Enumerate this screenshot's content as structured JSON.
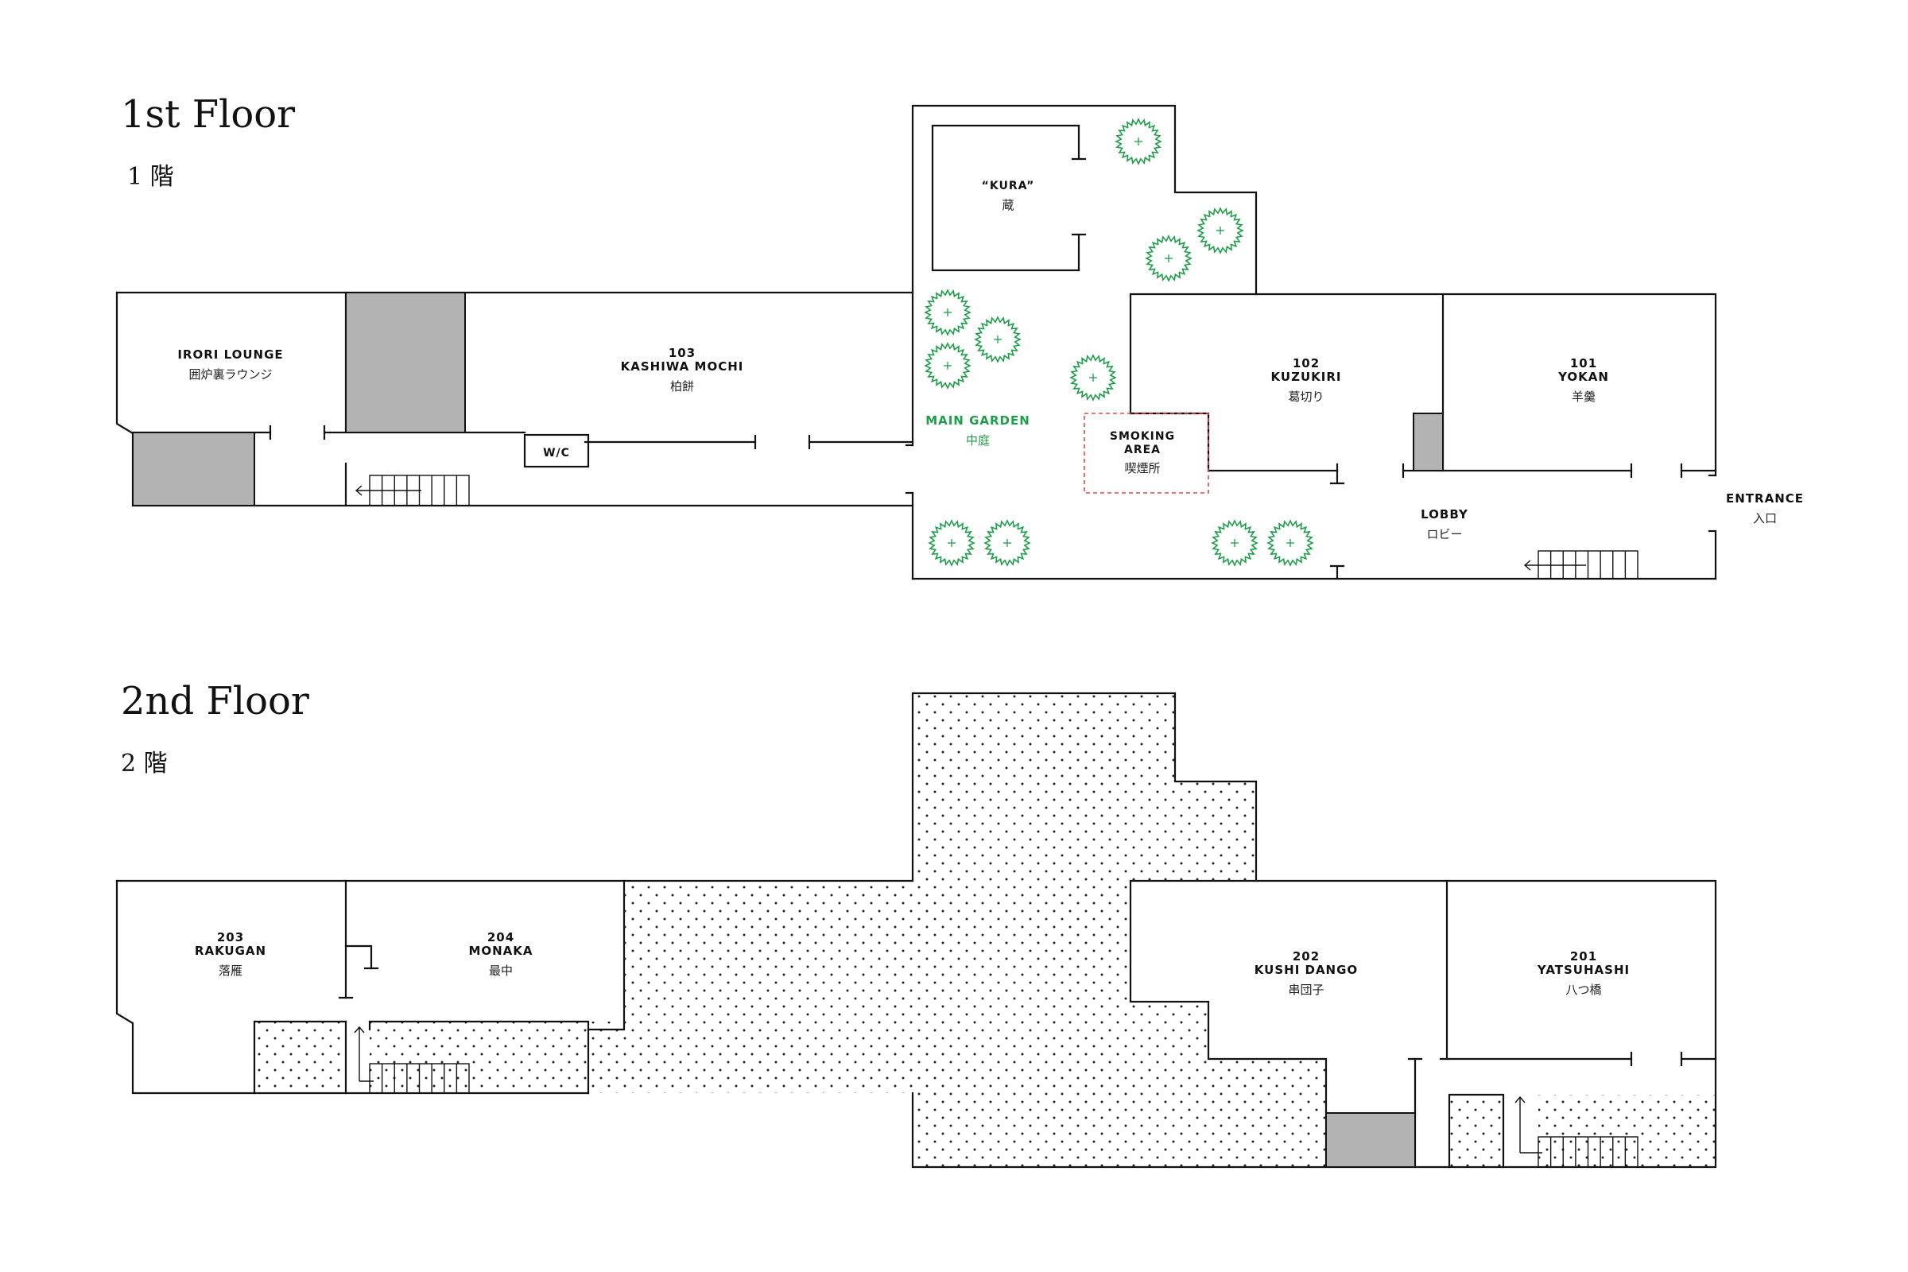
{
  "floor1": {
    "title": "1st Floor",
    "subtitle": "1 階",
    "rooms": {
      "iroriLounge": {
        "name": "IRORI LOUNGE",
        "jp": "囲炉裏ラウンジ"
      },
      "kashiwaMochi": {
        "number": "103",
        "name": "KASHIWA MOCHI",
        "jp": "柏餅"
      },
      "wc": {
        "name": "W/C"
      },
      "kura": {
        "name": "“KURA”",
        "jp": "蔵"
      },
      "mainGarden": {
        "name": "MAIN GARDEN",
        "jp": "中庭"
      },
      "smokingArea": {
        "line1": "SMOKING",
        "line2": "AREA",
        "jp": "喫煙所"
      },
      "kuzukiri": {
        "number": "102",
        "name": "KUZUKIRI",
        "jp": "葛切り"
      },
      "yokan": {
        "number": "101",
        "name": "YOKAN",
        "jp": "羊羹"
      },
      "lobby": {
        "name": "LOBBY",
        "jp": "ロビー"
      },
      "entrance": {
        "name": "ENTRANCE",
        "jp": "入口"
      }
    }
  },
  "floor2": {
    "title": "2nd Floor",
    "subtitle": "2 階",
    "rooms": {
      "rakugan": {
        "number": "203",
        "name": "RAKUGAN",
        "jp": "落雁"
      },
      "monaka": {
        "number": "204",
        "name": "MONAKA",
        "jp": "最中"
      },
      "kushiDango": {
        "number": "202",
        "name": "KUSHI DANGO",
        "jp": "串団子"
      },
      "yatsuhashi": {
        "number": "201",
        "name": "YATSUHASHI",
        "jp": "八つ橋"
      }
    }
  },
  "colors": {
    "wall": "#111111",
    "core": "#b3b3b3",
    "garden": "#1e9e4a",
    "smoking": "#e04848",
    "dots": "#222222"
  },
  "icons": [
    "tree-icon",
    "stair-arrow-icon"
  ]
}
